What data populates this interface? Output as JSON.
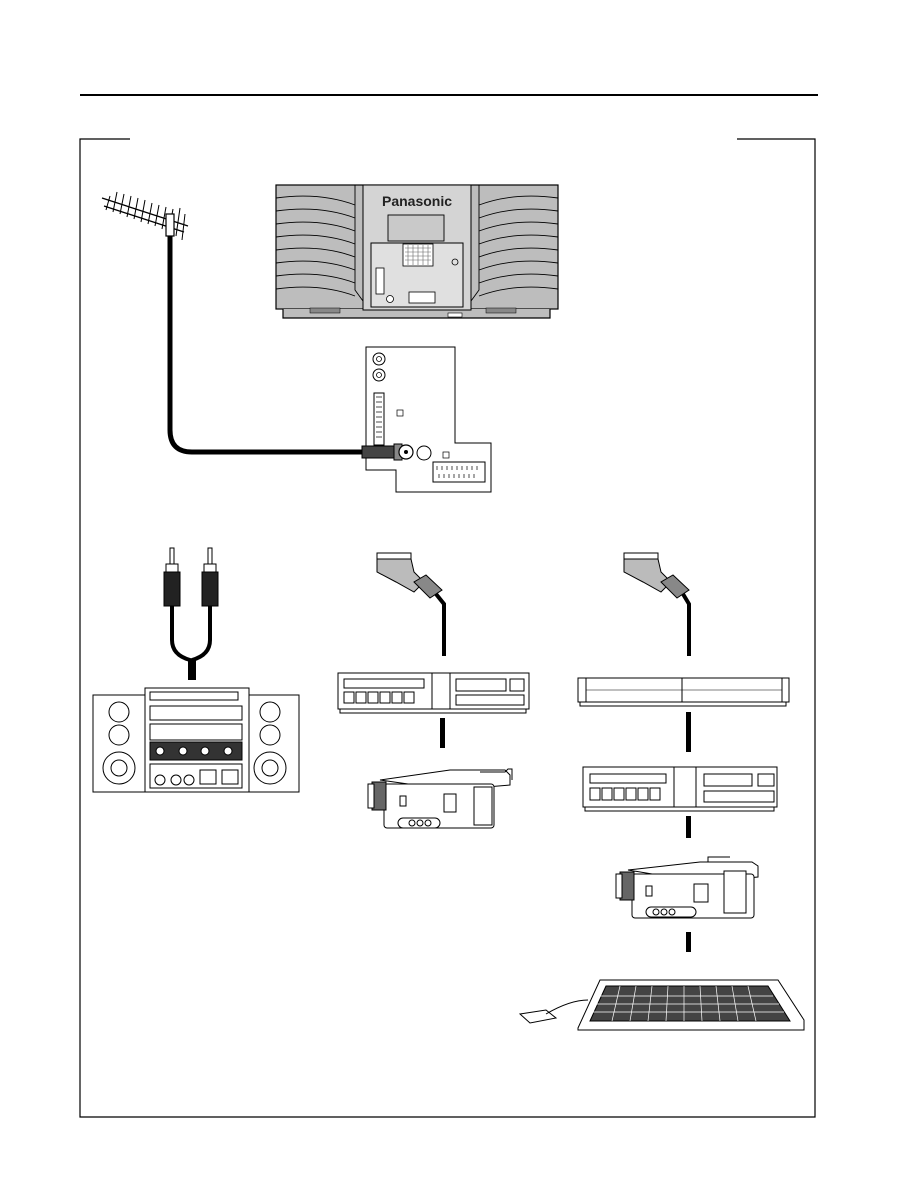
{
  "tv": {
    "brand": "Panasonic"
  },
  "illustrations": [
    {
      "name": "antenna",
      "icon": "antenna-icon"
    },
    {
      "name": "tv-rear",
      "icon": "tv-rear-icon"
    },
    {
      "name": "tv-rear-panel-detail",
      "icon": "connector-panel-icon"
    },
    {
      "name": "rca-plugs",
      "icon": "rca-plug-icon"
    },
    {
      "name": "hifi-system",
      "icon": "stereo-system-icon"
    },
    {
      "name": "scart-plug-left",
      "icon": "scart-plug-icon"
    },
    {
      "name": "scart-plug-right",
      "icon": "scart-plug-icon"
    },
    {
      "name": "vcr-1",
      "icon": "vcr-icon"
    },
    {
      "name": "decoder",
      "icon": "decoder-icon"
    },
    {
      "name": "vcr-2",
      "icon": "vcr-icon"
    },
    {
      "name": "camcorder-1",
      "icon": "camcorder-icon"
    },
    {
      "name": "camcorder-2",
      "icon": "camcorder-icon"
    },
    {
      "name": "computer",
      "icon": "computer-icon"
    }
  ]
}
